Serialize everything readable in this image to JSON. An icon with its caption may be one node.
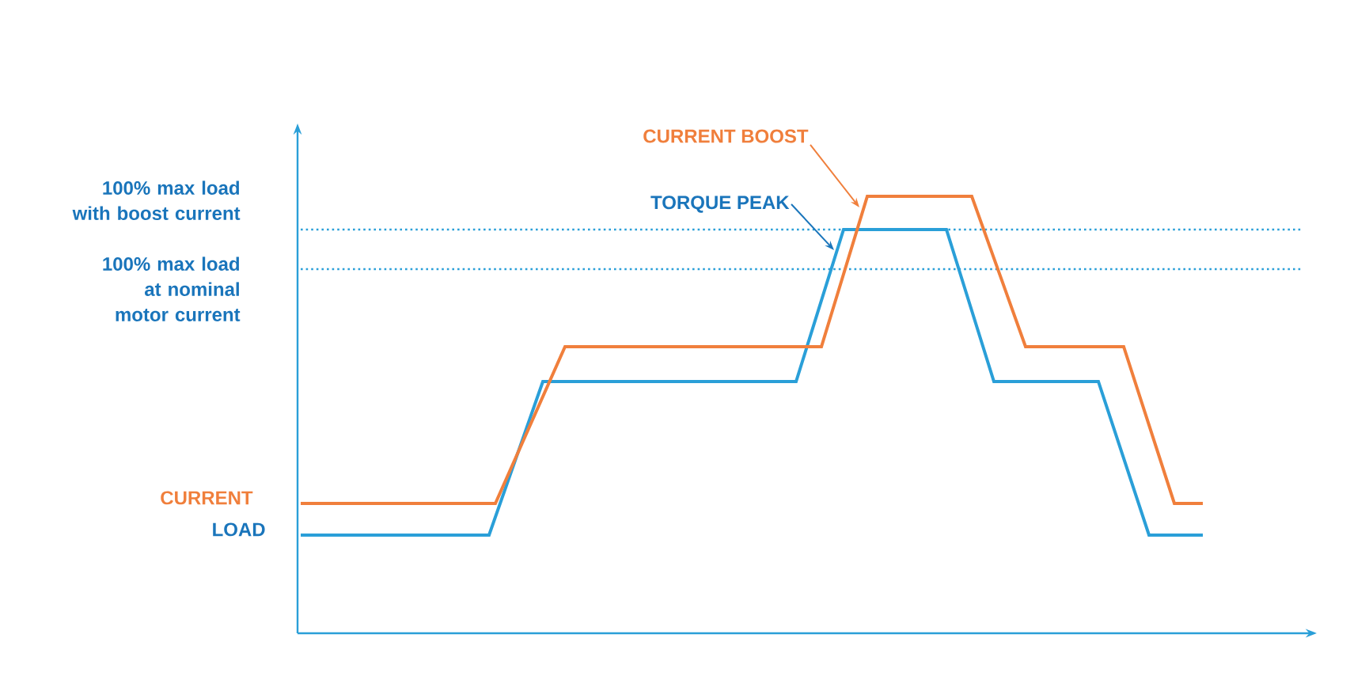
{
  "diagram": {
    "nodes": [
      {
        "text": [
          "CURRENT BOOST"
        ]
      },
      {
        "text": [
          "TORQUE PEAK"
        ]
      }
    ],
    "edges": [
      {
        "from": 0,
        "to": null,
        "arrow": "to",
        "color": "#f07f3c"
      },
      {
        "from": 1,
        "to": null,
        "arrow": "to",
        "color": "#1a75bb"
      }
    ],
    "labels": [
      "100% max load with boost current",
      "100% max load at nominal motor current",
      "CURRENT",
      "LOAD"
    ]
  }
}
